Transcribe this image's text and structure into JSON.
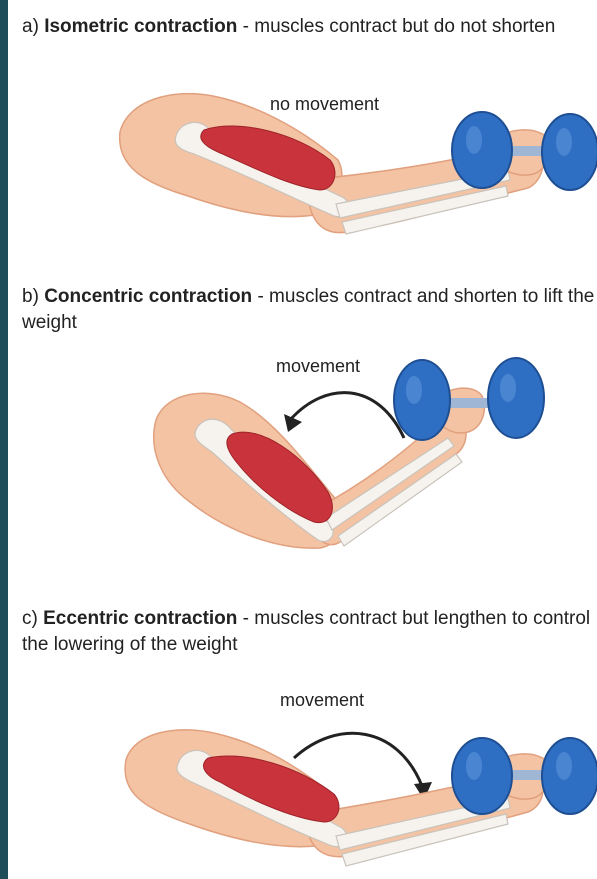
{
  "sections": [
    {
      "letter": "a)",
      "title": "Isometric contraction",
      "description": " - muscles contract but do not shorten",
      "motion_label": "no movement"
    },
    {
      "letter": "b)",
      "title": "Concentric contraction",
      "description": " - muscles contract and shorten to lift the weight",
      "motion_label": "movement"
    },
    {
      "letter": "c)",
      "title": "Eccentric contraction",
      "description": " - muscles contract but lengthen to control the lowering of the weight",
      "motion_label": "movement"
    }
  ],
  "colors": {
    "skin": "#f3c3a3",
    "skin_dark": "#e9a987",
    "bone": "#f6f3ee",
    "muscle": "#c9343c",
    "dumbbell": "#2e6fc4",
    "frame": "#1f4e5a"
  },
  "icons": [
    "dumbbell-icon",
    "curved-arrow-icon"
  ]
}
